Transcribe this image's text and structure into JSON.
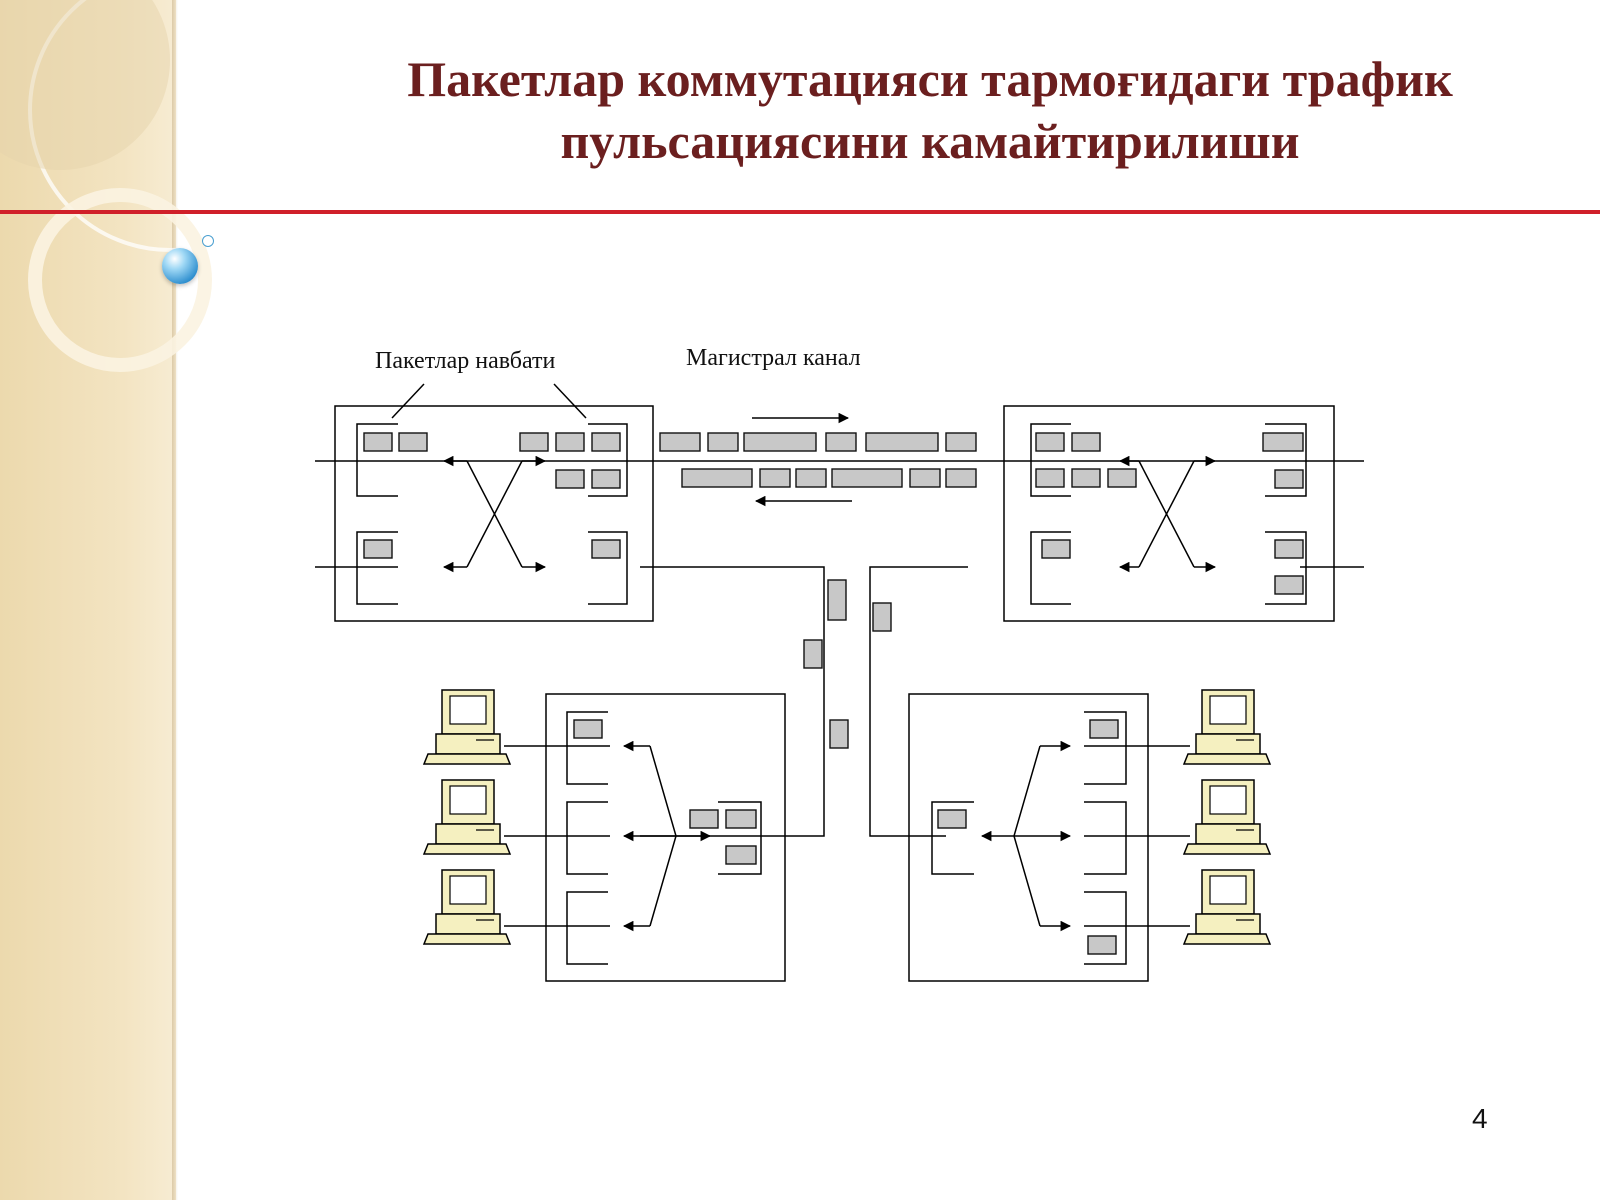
{
  "slide": {
    "title_line1": "Пакетлар коммутацияси тармоғидаги трафик",
    "title_line2": "пульсациясини камайтирилиши",
    "page_number": "4",
    "accent_color": "#d0202a",
    "title_color": "#6b1f1f"
  },
  "diagram": {
    "label_queues": "Пакетлар навбати",
    "label_trunk": "Магистрал канал",
    "packet_fill": "#c8c8c8",
    "computer_fill": "#f5f0c0",
    "icons": [
      "computer-icon"
    ]
  }
}
